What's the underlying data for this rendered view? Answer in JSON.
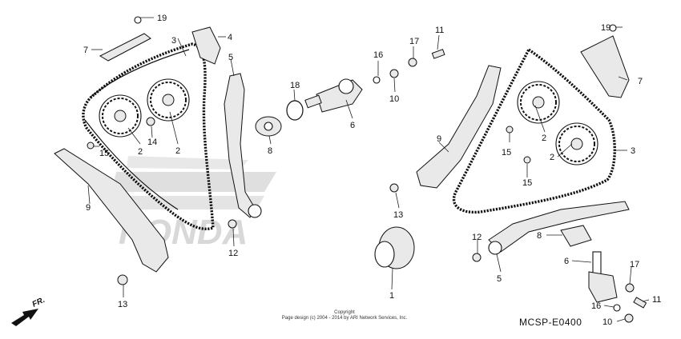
{
  "diagram": {
    "diagram_code": "MCSP-E0400",
    "copyright_heading": "Copyright",
    "copyright_text": "Page design (c) 2004 - 2014 by ARI Network Services, Inc.",
    "watermark_text": "HONDA",
    "direction_label": "FR."
  },
  "callouts": {
    "c1": "1",
    "c2a": "2",
    "c2b": "2",
    "c2c": "2",
    "c2d": "2",
    "c3a": "3",
    "c3b": "3",
    "c4": "4",
    "c5a": "5",
    "c5b": "5",
    "c6a": "6",
    "c6b": "6",
    "c7a": "7",
    "c7b": "7",
    "c8a": "8",
    "c8b": "8",
    "c9a": "9",
    "c9b": "9",
    "c10a": "10",
    "c10b": "10",
    "c11a": "11",
    "c11b": "11",
    "c12a": "12",
    "c12b": "12",
    "c13a": "13",
    "c13b": "13",
    "c14": "14",
    "c15a": "15",
    "c15b": "15",
    "c15c": "15",
    "c16a": "16",
    "c16b": "16",
    "c17a": "17",
    "c17b": "17",
    "c18": "18",
    "c19a": "19",
    "c19b": "19"
  }
}
